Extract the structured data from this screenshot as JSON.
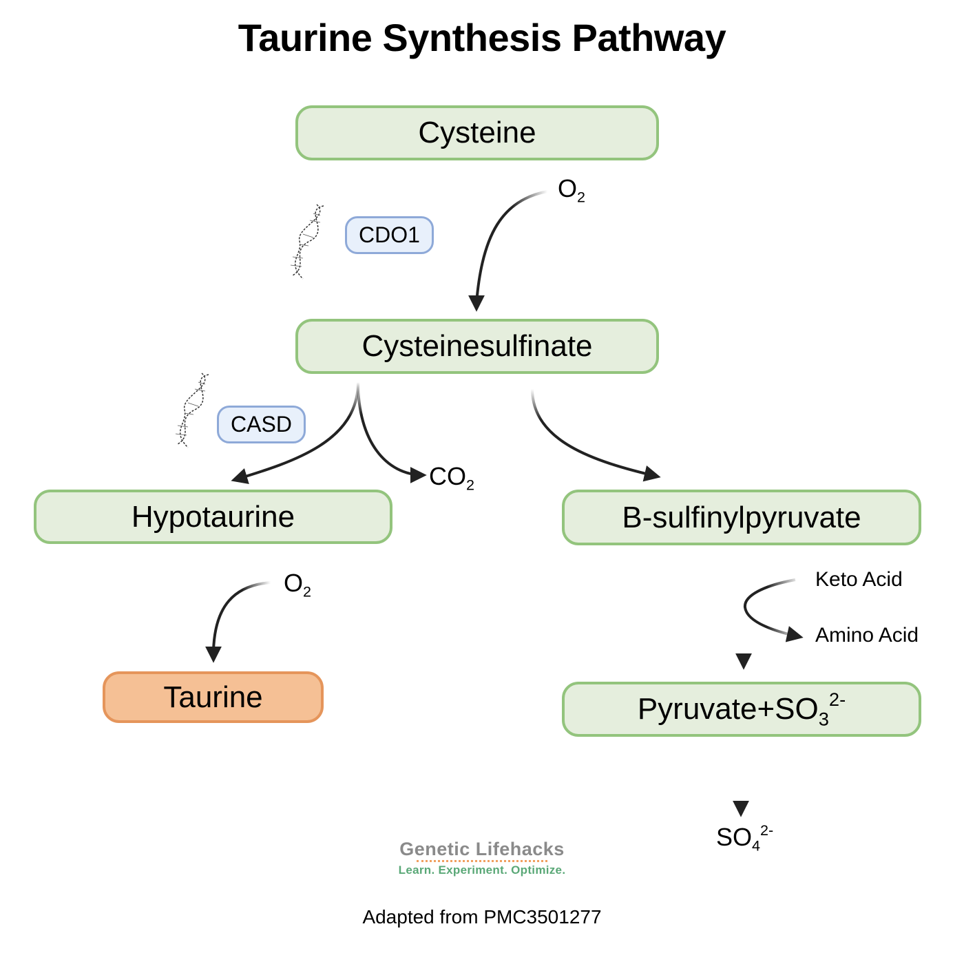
{
  "title": "Taurine Synthesis Pathway",
  "nodes": {
    "cysteine": "Cysteine",
    "cysteinesulfinate": "Cysteinesulfinate",
    "hypotaurine": "Hypotaurine",
    "taurine": "Taurine",
    "sulfinylpyruvate": "B-sulfinylpyruvate",
    "pyruvate_so3": {
      "main": "Pyruvate+SO",
      "sub": "3",
      "sup": "2-"
    }
  },
  "enzymes": {
    "cdo1": "CDO1",
    "casd": "CASD"
  },
  "side_labels": {
    "o2_first": {
      "main": "O",
      "sub": "2"
    },
    "co2": {
      "main": "CO",
      "sub": "2"
    },
    "o2_second": {
      "main": "O",
      "sub": "2"
    },
    "keto_acid": "Keto Acid",
    "amino_acid": "Amino Acid",
    "so4": {
      "main": "SO",
      "sub": "4",
      "sup": "2-"
    }
  },
  "colors": {
    "node_fill": "#e5eedd",
    "node_border": "#93c47d",
    "product_fill": "#f5c095",
    "product_border": "#e5955b",
    "enzyme_fill": "#e8f0fb",
    "enzyme_border": "#8ea9d8",
    "arrow": "#222222"
  },
  "icons": {
    "gene": "dna-helix-icon"
  },
  "logo": {
    "name": "Genetic Lifehacks",
    "tagline": "Learn. Experiment. Optimize."
  },
  "source": "Adapted from PMC3501277"
}
